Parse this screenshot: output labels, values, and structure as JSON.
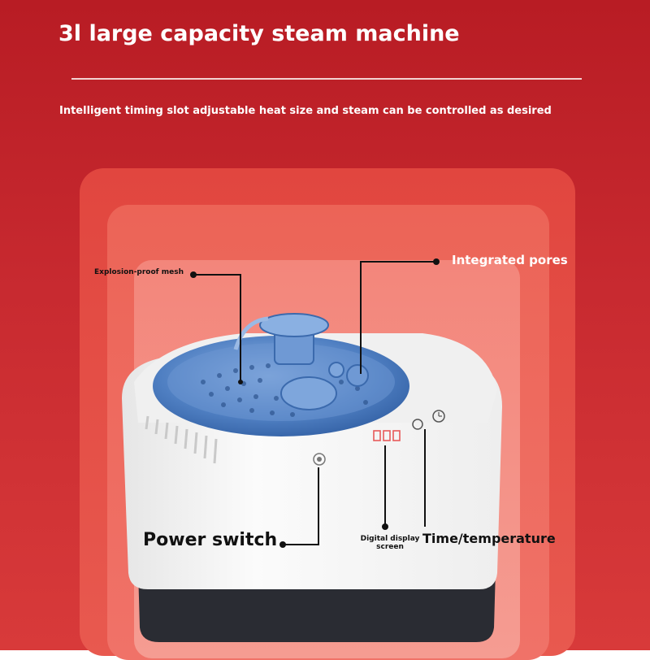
{
  "header": {
    "title": "3l large capacity steam machine",
    "subtitle": "Intelligent timing slot adjustable heat size and steam can be controlled as desired"
  },
  "callouts": {
    "explosion_proof_mesh": "Explosion-proof mesh",
    "integrated_pores": "Integrated pores",
    "power_switch": "Power switch",
    "digital_display_line1": "Digital display",
    "digital_display_line2": "screen",
    "time_temperature": "Time/temperature"
  },
  "colors": {
    "background": "#c32229",
    "device_body": "#f4f4f4",
    "lid": "#5b87c6",
    "display_digits": "#e85a5a"
  }
}
